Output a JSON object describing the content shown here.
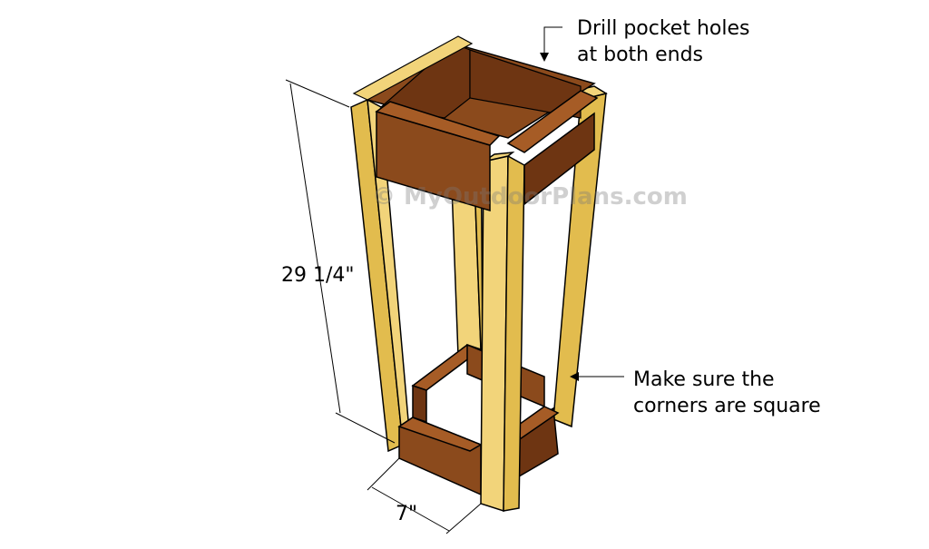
{
  "annotations": {
    "top": [
      "Drill pocket holes",
      "at both ends"
    ],
    "side": [
      "Make sure the",
      "corners are square"
    ],
    "height": "29 1/4\"",
    "width": "7\""
  },
  "watermark": "© MyOutdoorPlans.com",
  "colors": {
    "leg_light": "#f2d47a",
    "leg_shade": "#e2bc4e",
    "apron_front": "#8b4a1c",
    "apron_side": "#6e3512",
    "apron_top": "#a65c26",
    "outline": "#000000"
  }
}
